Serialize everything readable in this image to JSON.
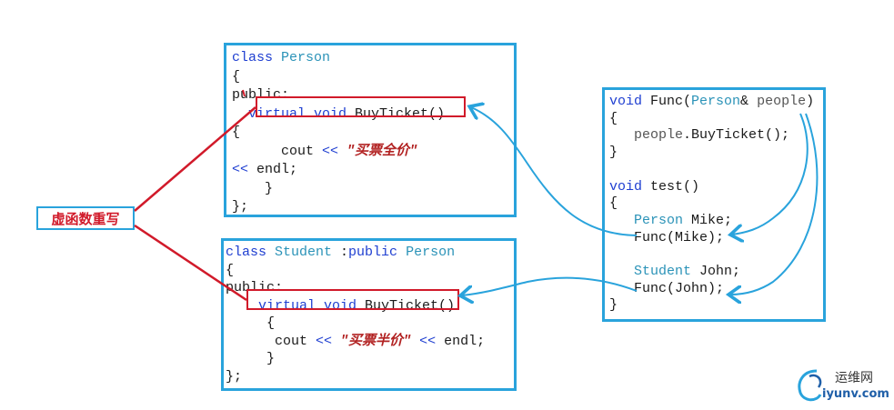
{
  "label": "虚函数重写",
  "person_box": {
    "lines": [
      {
        "parts": [
          {
            "c": "kw",
            "t": "class "
          },
          {
            "c": "ty",
            "t": "Person"
          }
        ]
      },
      {
        "parts": [
          {
            "c": "",
            "t": "{"
          }
        ]
      },
      {
        "parts": [
          {
            "c": "",
            "t": "public:"
          }
        ]
      },
      {
        "parts": [
          {
            "c": "",
            "t": "  "
          },
          {
            "c": "kw",
            "t": "virtual void "
          },
          {
            "c": "",
            "t": "BuyTicket()"
          }
        ]
      },
      {
        "parts": [
          {
            "c": "",
            "t": "{"
          }
        ]
      },
      {
        "parts": [
          {
            "c": "",
            "t": "      cout "
          },
          {
            "c": "op",
            "t": "<< "
          },
          {
            "c": "str",
            "t": "\"买票全价\""
          }
        ]
      },
      {
        "parts": [
          {
            "c": "op",
            "t": "<< "
          },
          {
            "c": "",
            "t": "endl;"
          }
        ]
      },
      {
        "parts": [
          {
            "c": "",
            "t": "    }"
          }
        ]
      },
      {
        "parts": [
          {
            "c": "",
            "t": "};"
          }
        ]
      }
    ]
  },
  "student_box": {
    "lines": [
      {
        "parts": [
          {
            "c": "kw",
            "t": "class "
          },
          {
            "c": "ty",
            "t": "Student "
          },
          {
            "c": "",
            "t": ":"
          },
          {
            "c": "kw",
            "t": "public "
          },
          {
            "c": "ty",
            "t": "Person"
          }
        ]
      },
      {
        "parts": [
          {
            "c": "",
            "t": "{"
          }
        ]
      },
      {
        "parts": [
          {
            "c": "",
            "t": "public:"
          }
        ]
      },
      {
        "parts": [
          {
            "c": "",
            "t": "    "
          },
          {
            "c": "kw",
            "t": "virtual void "
          },
          {
            "c": "",
            "t": "BuyTicket()"
          }
        ]
      },
      {
        "parts": [
          {
            "c": "",
            "t": "     {"
          }
        ]
      },
      {
        "parts": [
          {
            "c": "",
            "t": "      cout "
          },
          {
            "c": "op",
            "t": "<< "
          },
          {
            "c": "str",
            "t": "\"买票半价\" "
          },
          {
            "c": "op",
            "t": "<< "
          },
          {
            "c": "",
            "t": "endl;"
          }
        ]
      },
      {
        "parts": [
          {
            "c": "",
            "t": "     }"
          }
        ]
      },
      {
        "parts": [
          {
            "c": "",
            "t": "};"
          }
        ]
      }
    ]
  },
  "func_box": {
    "lines": [
      {
        "parts": [
          {
            "c": "kw",
            "t": "void "
          },
          {
            "c": "",
            "t": "Func("
          },
          {
            "c": "ty",
            "t": "Person"
          },
          {
            "c": "",
            "t": "& "
          },
          {
            "c": "dim",
            "t": "people"
          },
          {
            "c": "",
            "t": ")"
          }
        ]
      },
      {
        "parts": [
          {
            "c": "",
            "t": "{"
          }
        ]
      },
      {
        "parts": [
          {
            "c": "",
            "t": "   "
          },
          {
            "c": "dim",
            "t": "people"
          },
          {
            "c": "",
            "t": ".BuyTicket();"
          }
        ]
      },
      {
        "parts": [
          {
            "c": "",
            "t": "}"
          }
        ]
      },
      {
        "parts": [
          {
            "c": "",
            "t": ""
          }
        ]
      },
      {
        "parts": [
          {
            "c": "kw",
            "t": "void "
          },
          {
            "c": "",
            "t": "test()"
          }
        ]
      },
      {
        "parts": [
          {
            "c": "",
            "t": "{"
          }
        ]
      },
      {
        "parts": [
          {
            "c": "",
            "t": "   "
          },
          {
            "c": "ty",
            "t": "Person "
          },
          {
            "c": "",
            "t": "Mike;"
          }
        ]
      },
      {
        "parts": [
          {
            "c": "",
            "t": "   Func(Mike);"
          }
        ]
      },
      {
        "parts": [
          {
            "c": "",
            "t": ""
          }
        ]
      },
      {
        "parts": [
          {
            "c": "",
            "t": "   "
          },
          {
            "c": "ty",
            "t": "Student "
          },
          {
            "c": "",
            "t": "John;"
          }
        ]
      },
      {
        "parts": [
          {
            "c": "",
            "t": "   Func(John);"
          }
        ]
      },
      {
        "parts": [
          {
            "c": "",
            "t": "}"
          }
        ]
      }
    ]
  },
  "logo": {
    "cn": "运维网",
    "en": "iyunv.com",
    "icon": "swirl-logo-icon"
  }
}
